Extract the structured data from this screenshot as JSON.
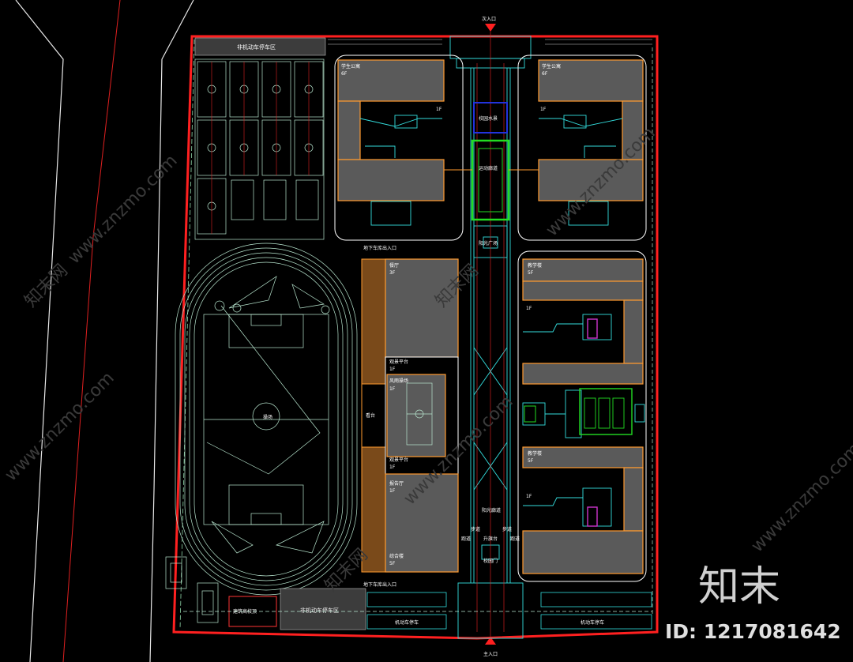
{
  "colors": {
    "background": "#000000",
    "boundary": "#ff2020",
    "building": "#ff9a2e",
    "building_fill": "#5a5a5a",
    "circulation": "#33dddd",
    "sports_lines": "#b8e6cf",
    "road": "#ffffff",
    "green_box": "#22dd22",
    "blue_box": "#2233dd"
  },
  "labels": {
    "secondary_entrance": "次入口",
    "main_entrance": "主入口",
    "parking_top": "非机动车停车区",
    "parking_bottom": "非机动车停车区",
    "dorm_left": "学生公寓",
    "dorm_left_floors": "6F",
    "dorm_right": "学生公寓",
    "dorm_right_floors": "6F",
    "one_f_left": "1F",
    "one_f_right": "1F",
    "water_feature": "校园水景",
    "sports_gallery": "运动廊道",
    "plaza": "阳光广场",
    "underground_top": "地下车库出入口",
    "underground_bottom": "地下车库出入口",
    "canteen": "餐厅",
    "canteen_floors": "3F",
    "platform_top": "观景平台",
    "platform_top_floors": "1F",
    "rain_court": "风雨操场",
    "rain_court_floors": "1F",
    "stand": "看台",
    "platform_bottom": "观景平台",
    "platform_bottom_floors": "1F",
    "hall": "报告厅",
    "hall_floors": "1F",
    "complex": "综合楼",
    "complex_floors": "5F",
    "field": "操场",
    "teach_top": "教学楼",
    "teach_top_floors": "5F",
    "teach_top_1f": "1F",
    "teach_bottom": "教学楼",
    "teach_bottom_floors": "5F",
    "teach_bottom_1f": "1F",
    "sun_corridor": "阳光廊道",
    "walk_left": "步道",
    "walk_right": "步道",
    "track_left": "跑道",
    "track_right": "跑道",
    "flag": "升旗台",
    "gate": "校园门",
    "bike_left": "建筑高校顶",
    "car_left": "机动车停车",
    "car_right": "机动车停车"
  },
  "watermark": {
    "brand": "知末",
    "id": "ID: 1217081642",
    "site": "www.znzmo.com",
    "site_cn": "知末网"
  }
}
